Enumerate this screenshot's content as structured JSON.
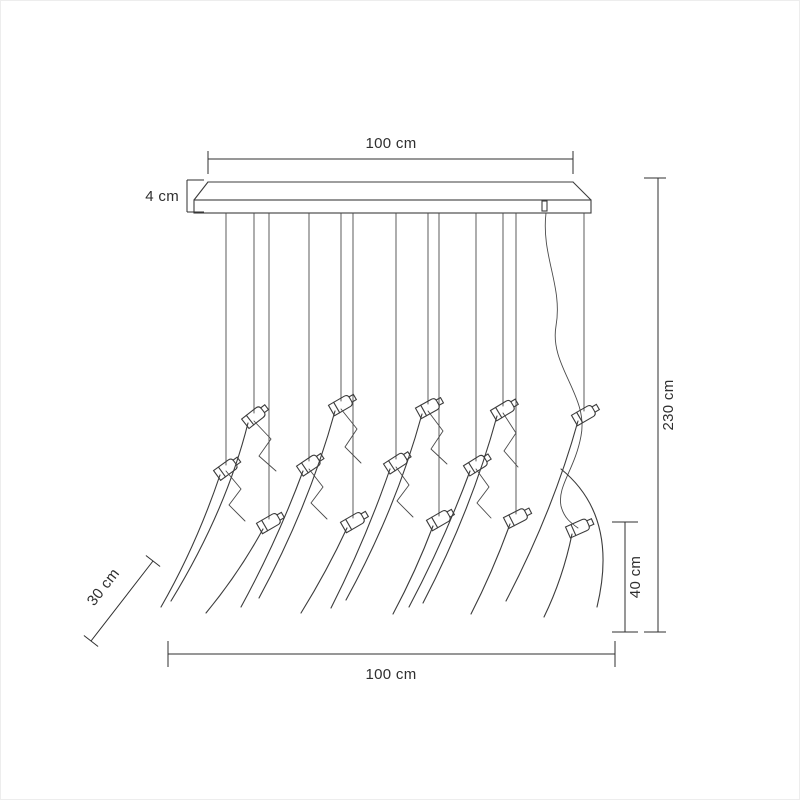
{
  "diagram": {
    "kind": "pendant-lamp-dimension-drawing",
    "colors": {
      "background": "#ffffff",
      "drawing_line": "#3c3c3c",
      "dimension_line": "#2f2f2f"
    },
    "labels": {
      "top_width": "100 cm",
      "canopy_height": "4 cm",
      "total_height": "230 cm",
      "cluster_height": "40 cm",
      "depth": "30 cm",
      "bottom_width": "100 cm"
    }
  }
}
